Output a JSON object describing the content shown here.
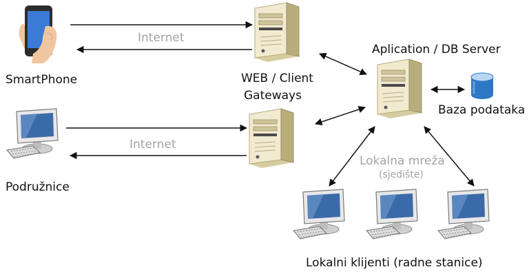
{
  "labels": {
    "smartphone": "SmartPhone",
    "internet_top": "Internet",
    "web_gateways_line1": "WEB / Client",
    "web_gateways_line2": "Gateways",
    "app_server": "Aplication / DB Server",
    "database": "Baza podataka",
    "internet_bottom": "Internet",
    "branches": "Podružnice",
    "local_network": "Lokalna mreža",
    "local_network_sub": "(sjedište)",
    "local_clients": "Lokalni klijenti (radne stanice)"
  },
  "colors": {
    "arrow": "#111111",
    "gray_text": "#a3a3a3",
    "server_body": "#efe7c8",
    "server_side": "#b9ad7c",
    "monitor_frame": "#e6e6e6",
    "monitor_screen": "#3b6aa8",
    "phone_screen": "#3a7bd5",
    "hand": "#f0c6a0",
    "db_body": "#2f78c4"
  },
  "icons": [
    "smartphone-hand-icon",
    "server-icon",
    "database-icon",
    "desktop-computer-icon"
  ]
}
